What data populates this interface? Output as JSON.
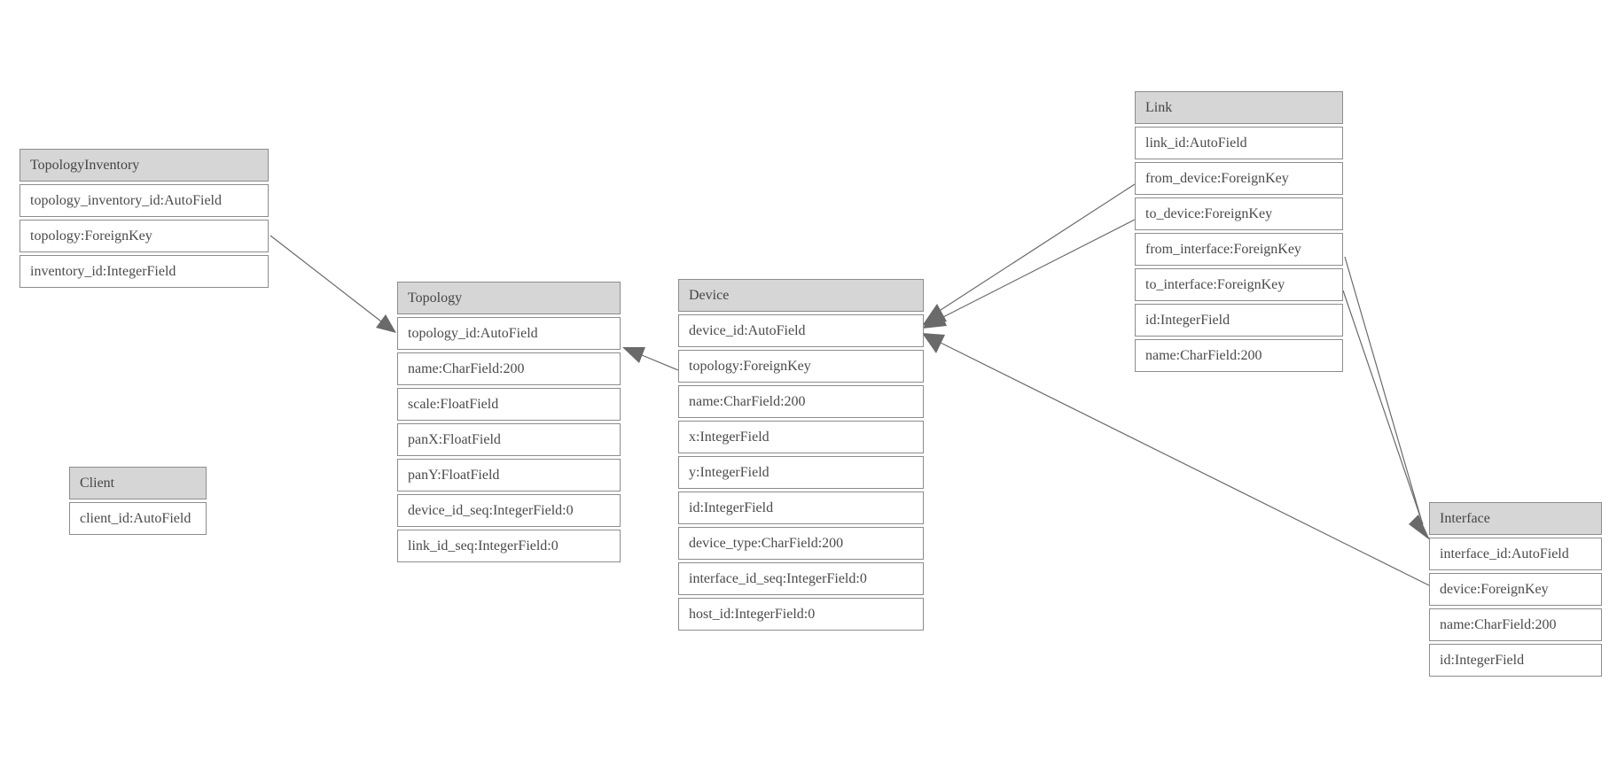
{
  "colors": {
    "background": "#ffffff",
    "header_fill": "#d6d6d6",
    "cell_border": "#8c8c8c",
    "text": "#4a4a4a",
    "connector": "#6a6a6a"
  },
  "entities": {
    "topology_inventory": {
      "title": "TopologyInventory",
      "fields": [
        "topology_inventory_id:AutoField",
        "topology:ForeignKey",
        "inventory_id:IntegerField"
      ]
    },
    "topology": {
      "title": "Topology",
      "fields": [
        "topology_id:AutoField",
        "name:CharField:200",
        "scale:FloatField",
        "panX:FloatField",
        "panY:FloatField",
        "device_id_seq:IntegerField:0",
        "link_id_seq:IntegerField:0"
      ]
    },
    "client": {
      "title": "Client",
      "fields": [
        "client_id:AutoField"
      ]
    },
    "device": {
      "title": "Device",
      "fields": [
        "device_id:AutoField",
        "topology:ForeignKey",
        "name:CharField:200",
        "x:IntegerField",
        "y:IntegerField",
        "id:IntegerField",
        "device_type:CharField:200",
        "interface_id_seq:IntegerField:0",
        "host_id:IntegerField:0"
      ]
    },
    "link": {
      "title": "Link",
      "fields": [
        "link_id:AutoField",
        "from_device:ForeignKey",
        "to_device:ForeignKey",
        "from_interface:ForeignKey",
        "to_interface:ForeignKey",
        "id:IntegerField",
        "name:CharField:200"
      ]
    },
    "interface": {
      "title": "Interface",
      "fields": [
        "interface_id:AutoField",
        "device:ForeignKey",
        "name:CharField:200",
        "id:IntegerField"
      ]
    }
  },
  "relationships": [
    {
      "from": "TopologyInventory.topology",
      "to": "Topology"
    },
    {
      "from": "Device.topology",
      "to": "Topology"
    },
    {
      "from": "Link.from_device",
      "to": "Device"
    },
    {
      "from": "Link.to_device",
      "to": "Device"
    },
    {
      "from": "Link.from_interface",
      "to": "Interface"
    },
    {
      "from": "Link.to_interface",
      "to": "Interface"
    },
    {
      "from": "Interface.device",
      "to": "Device"
    }
  ]
}
